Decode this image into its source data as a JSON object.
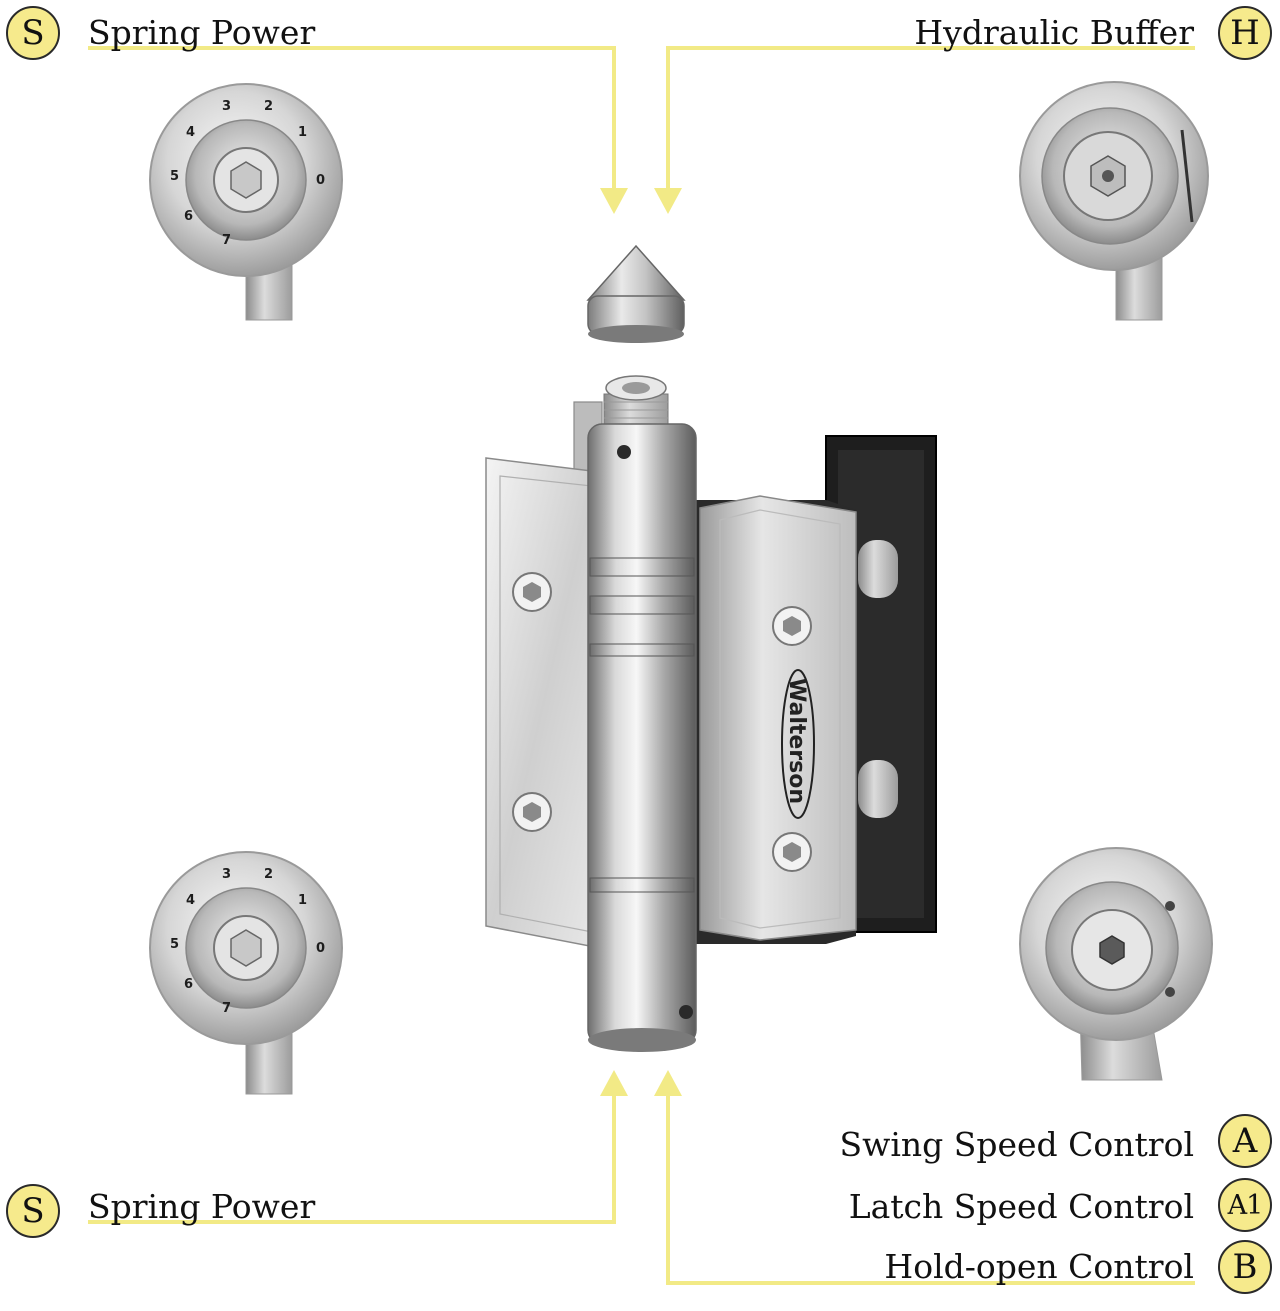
{
  "callouts": {
    "top_left": {
      "badge": "S",
      "label": "Spring Power"
    },
    "top_right": {
      "badge": "H",
      "label": "Hydraulic Buffer"
    },
    "bottom_left": {
      "badge": "S",
      "label": "Spring Power"
    },
    "bottom_right": [
      {
        "badge": "A",
        "label": "Swing Speed Control"
      },
      {
        "badge": "A1",
        "label": "Latch Speed Control"
      },
      {
        "badge": "B",
        "label": "Hold-open Control"
      }
    ]
  },
  "knob_numbers": [
    "0",
    "1",
    "2",
    "3",
    "4",
    "5",
    "6",
    "7"
  ],
  "brand": {
    "logo_text": "Walterson"
  },
  "colors": {
    "leader": "#f2ea86",
    "badge_fill": "#f6ea8c",
    "steel_light": "#eeeeee",
    "steel_dark": "#8a8a8a",
    "plate_black": "#1e1e1e"
  }
}
